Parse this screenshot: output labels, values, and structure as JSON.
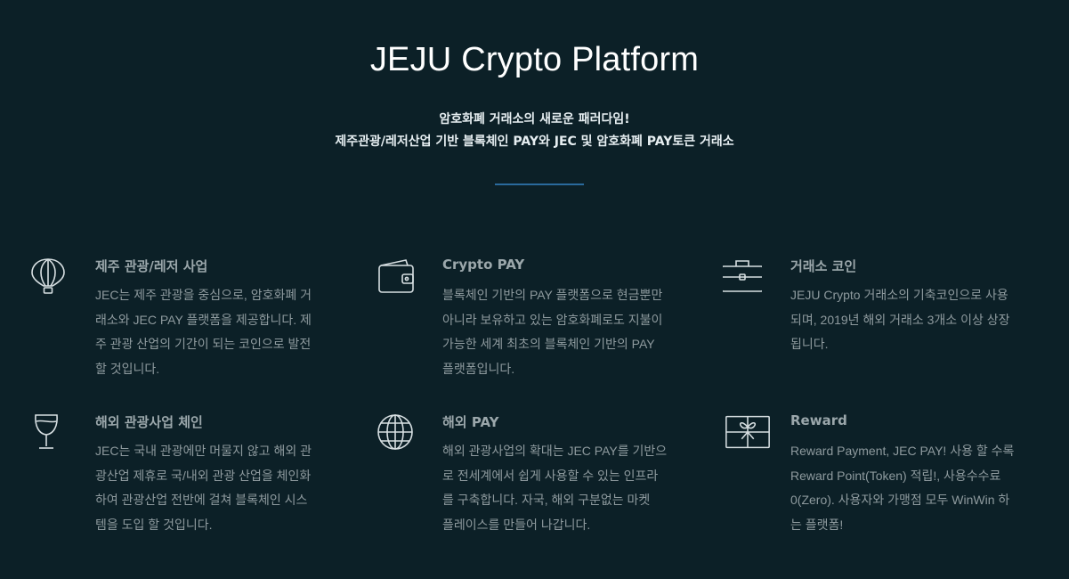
{
  "header": {
    "title": "JEJU Crypto Platform",
    "subtitle_lines": [
      "암호화폐 거래소의 새로운 패러다임!",
      "제주관광/레저산업 기반 블록체인 PAY와 JEC 및 암호화폐 PAY토큰 거래소"
    ]
  },
  "features": [
    {
      "icon": "hot-air-balloon-icon",
      "title": "제주 관광/레저 사업",
      "lines": [
        "JEC는 제주 관광을 중심으로, 암호화폐 거",
        "래소와 JEC PAY 플랫폼을 제공합니다. 제",
        "주 관광 산업의 기간이 되는 코인으로 발전",
        "할 것입니다."
      ]
    },
    {
      "icon": "wallet-icon",
      "title": "Crypto PAY",
      "lines": [
        "블록체인 기반의 PAY 플랫폼으로 현금뿐만",
        "아니라 보유하고 있는 암호화폐로도 지불이",
        "가능한 세계 최초의 블록체인 기반의 PAY",
        "플랫폼입니다."
      ]
    },
    {
      "icon": "briefcase-icon",
      "title": "거래소 코인",
      "lines": [
        "JEJU Crypto 거래소의 기축코인으로 사용",
        "되며, 2019년 해외 거래소 3개소 이상 상장",
        "됩니다."
      ]
    },
    {
      "icon": "wine-glass-icon",
      "title": "해외 관광사업 체인",
      "lines": [
        "JEC는 국내 관광에만 머물지 않고 해외 관",
        "광산업 제휴로 국/내외 관광 산업을 체인화",
        "하여 관광산업 전반에 걸쳐 블록체인 시스",
        "템을 도입 할 것입니다."
      ]
    },
    {
      "icon": "globe-icon",
      "title": "해외 PAY",
      "lines": [
        "해외 관광사업의 확대는 JEC PAY를 기반으",
        "로 전세계에서 쉽게 사용할 수 있는 인프라",
        "를 구축합니다. 자국, 해외 구분없는 마켓",
        "플레이스를 만들어 나갑니다."
      ]
    },
    {
      "icon": "gift-box-icon",
      "title": "Reward",
      "lines": [
        "Reward Payment, JEC PAY! 사용 할 수록",
        "Reward Point(Token) 적립!, 사용수수료",
        "0(Zero). 사용자와 가맹점 모두 WinWin 하",
        "는 플랫폼!"
      ]
    }
  ]
}
